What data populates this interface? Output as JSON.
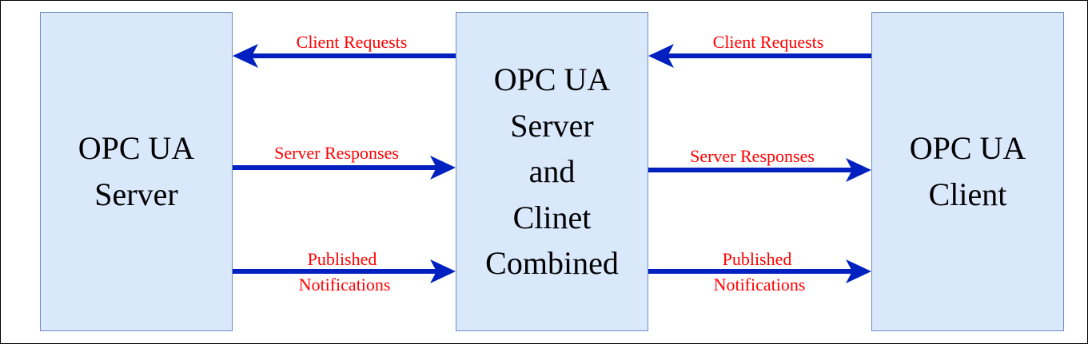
{
  "boxes": {
    "left": {
      "lines": [
        "OPC UA",
        "Server"
      ]
    },
    "center": {
      "lines": [
        "OPC UA",
        "Server",
        "and",
        "Clinet",
        "Combined"
      ]
    },
    "right": {
      "lines": [
        "OPC UA",
        "Client"
      ]
    }
  },
  "labels": {
    "left_requests": "Client Requests",
    "left_responses": "Server Responses",
    "left_notify_1": "Published",
    "left_notify_2": "Notifications",
    "right_requests": "Client Requests",
    "right_responses": "Server Responses",
    "right_notify_1": "Published",
    "right_notify_2": "Notifications"
  },
  "colors": {
    "box_fill": "#dae8fc",
    "box_stroke": "#6c8ebf",
    "arrow": "#0020c0",
    "label": "#ff0000"
  }
}
